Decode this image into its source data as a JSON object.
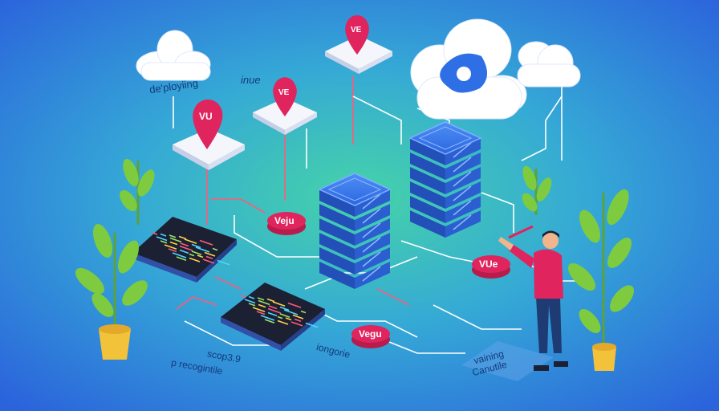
{
  "labels": {
    "deploying": "de'ployiing",
    "inue": "inue",
    "scop": "scop3.9",
    "recognize": "p recogintile",
    "longorie": "iongorie",
    "vaining": "vaining",
    "canutile": "Canutile"
  },
  "pins": {
    "left": "VU",
    "middle": "VE",
    "top": "VE"
  },
  "discs": {
    "upper_left": "Veju",
    "lower_mid": "Vegu",
    "right": "VUe"
  },
  "colors": {
    "background_top": "#2f6fe0",
    "background_mid": "#3bc0b0",
    "background_bottom": "#2e66dc",
    "accent_pink": "#e0245e",
    "server_blue": "#2f6fe6",
    "terminal_dark": "#1b2033",
    "plant_green": "#7ecb3f",
    "pot_yellow": "#f3c23b"
  },
  "icons": [
    "cloud-icon",
    "vue-location-pin-icon",
    "server-stack-icon",
    "terminal-window-icon",
    "plant-icon",
    "gear-icon"
  ]
}
